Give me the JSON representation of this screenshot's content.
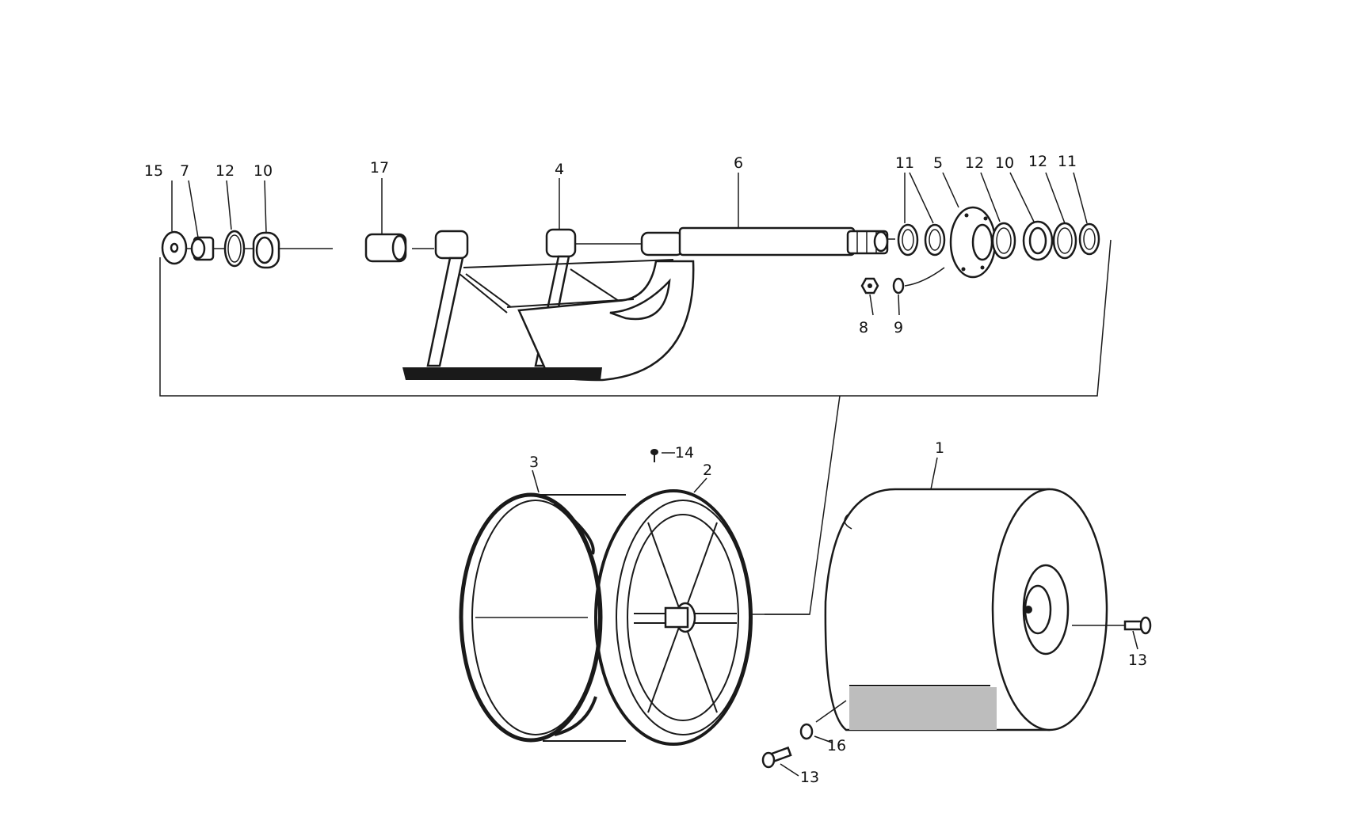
{
  "colors": {
    "ink": "#1a1a1a",
    "paper": "#ffffff",
    "shade": "#bdbdbd"
  },
  "callouts": {
    "c1": "1",
    "c2": "2",
    "c3": "3",
    "c4": "4",
    "c5": "5",
    "c6": "6",
    "c7": "7",
    "c8": "8",
    "c9": "9",
    "c10a": "10",
    "c10b": "10",
    "c11a": "11",
    "c11b": "11",
    "c12a": "12",
    "c12b": "12",
    "c12c": "12",
    "c13a": "13",
    "c13b": "13",
    "c14": "14",
    "c15": "15",
    "c16": "16",
    "c17": "17"
  }
}
